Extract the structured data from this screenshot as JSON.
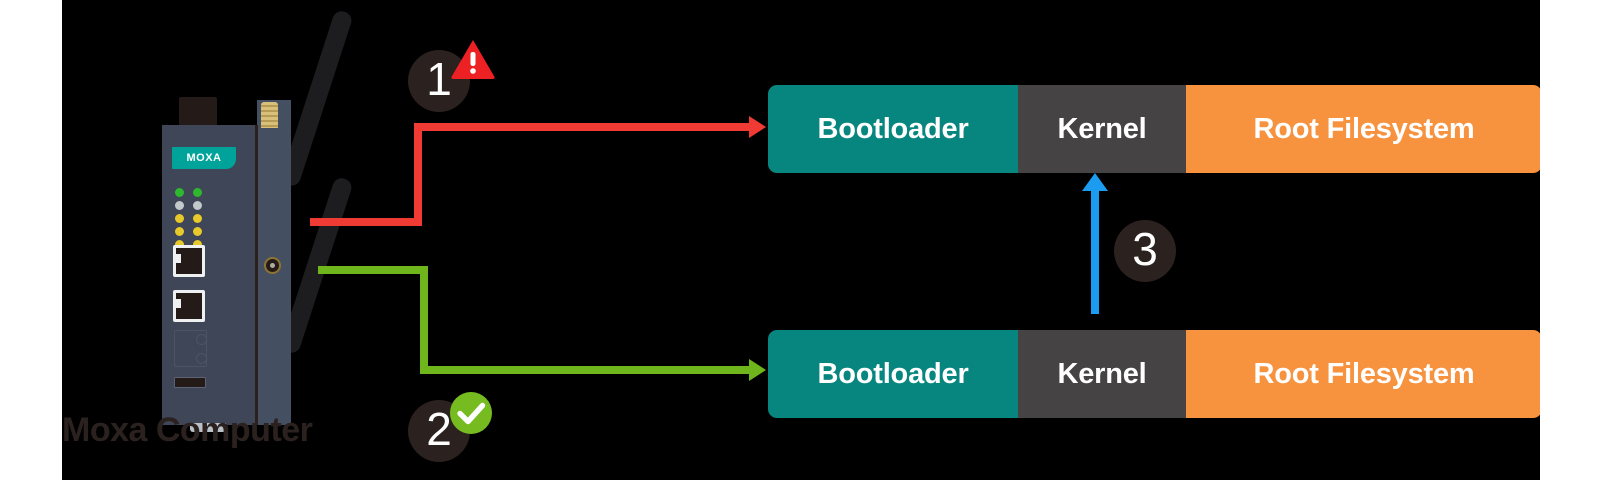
{
  "canvas": {
    "background": "#000000",
    "page_background": "#ffffff"
  },
  "device": {
    "caption": "Moxa Computer",
    "brand_label": "MOXA",
    "brand_color": "#00a39a",
    "caption_color": "#2b2220",
    "leds": [
      {
        "color": "#2eb82e",
        "name": "green"
      },
      {
        "color": "#2eb82e",
        "name": "green"
      },
      {
        "color": "#c3c8cb",
        "name": "gray"
      },
      {
        "color": "#c3c8cb",
        "name": "gray"
      },
      {
        "color": "#e8c92b",
        "name": "yellow"
      },
      {
        "color": "#e8c92b",
        "name": "yellow"
      },
      {
        "color": "#e8c92b",
        "name": "yellow"
      },
      {
        "color": "#e8c92b",
        "name": "yellow"
      },
      {
        "color": "#e8c92b",
        "name": "yellow"
      },
      {
        "color": "#e8c92b",
        "name": "yellow"
      }
    ]
  },
  "partitions": {
    "top": {
      "name": "primary-partition",
      "segments": [
        {
          "label": "Bootloader",
          "color": "#07867f"
        },
        {
          "label": "Kernel",
          "color": "#454343"
        },
        {
          "label": "Root Filesystem",
          "color": "#f7923e"
        }
      ]
    },
    "bottom": {
      "name": "secondary-partition",
      "segments": [
        {
          "label": "Bootloader",
          "color": "#07867f"
        },
        {
          "label": "Kernel",
          "color": "#454343"
        },
        {
          "label": "Root Filesystem",
          "color": "#f7923e"
        }
      ]
    }
  },
  "steps": [
    {
      "number": "1",
      "status": "warning",
      "status_icon": "warning-triangle-icon",
      "color": "#ef3b33"
    },
    {
      "number": "2",
      "status": "success",
      "status_icon": "check-circle-icon",
      "color": "#6fb61d"
    },
    {
      "number": "3",
      "status": "none",
      "status_icon": "",
      "color": "#1c9cf0"
    }
  ],
  "arrows": {
    "red": {
      "name": "failed-boot-arrow",
      "color": "#ef3b33"
    },
    "green": {
      "name": "successful-boot-arrow",
      "color": "#6fb61d"
    },
    "blue": {
      "name": "recovery-arrow",
      "color": "#1c9cf0"
    }
  }
}
